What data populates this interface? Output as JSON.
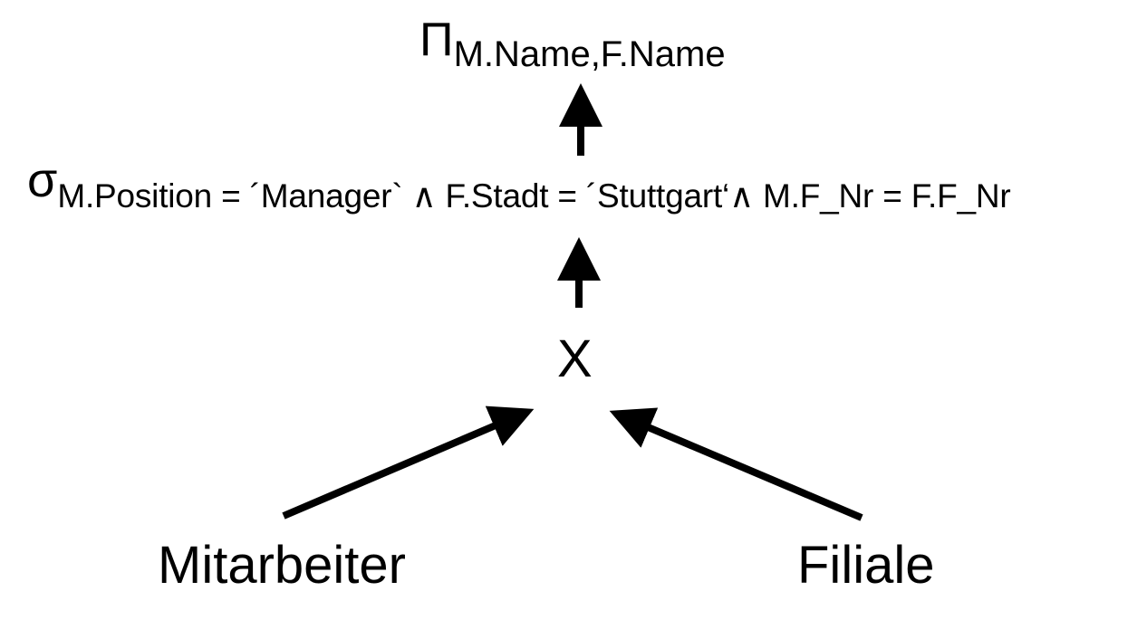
{
  "projection": {
    "symbol": "Π",
    "subscript": "M.Name,F.Name"
  },
  "selection": {
    "symbol": "σ",
    "subscript": "M.Position = ´Manager` ∧ F.Stadt = ´Stuttgart‘∧ M.F_Nr = F.F_Nr"
  },
  "cross_product": {
    "symbol": "X"
  },
  "relations": {
    "left": "Mitarbeiter",
    "right": "Filiale"
  },
  "colors": {
    "ink": "#000000",
    "background": "#ffffff"
  }
}
